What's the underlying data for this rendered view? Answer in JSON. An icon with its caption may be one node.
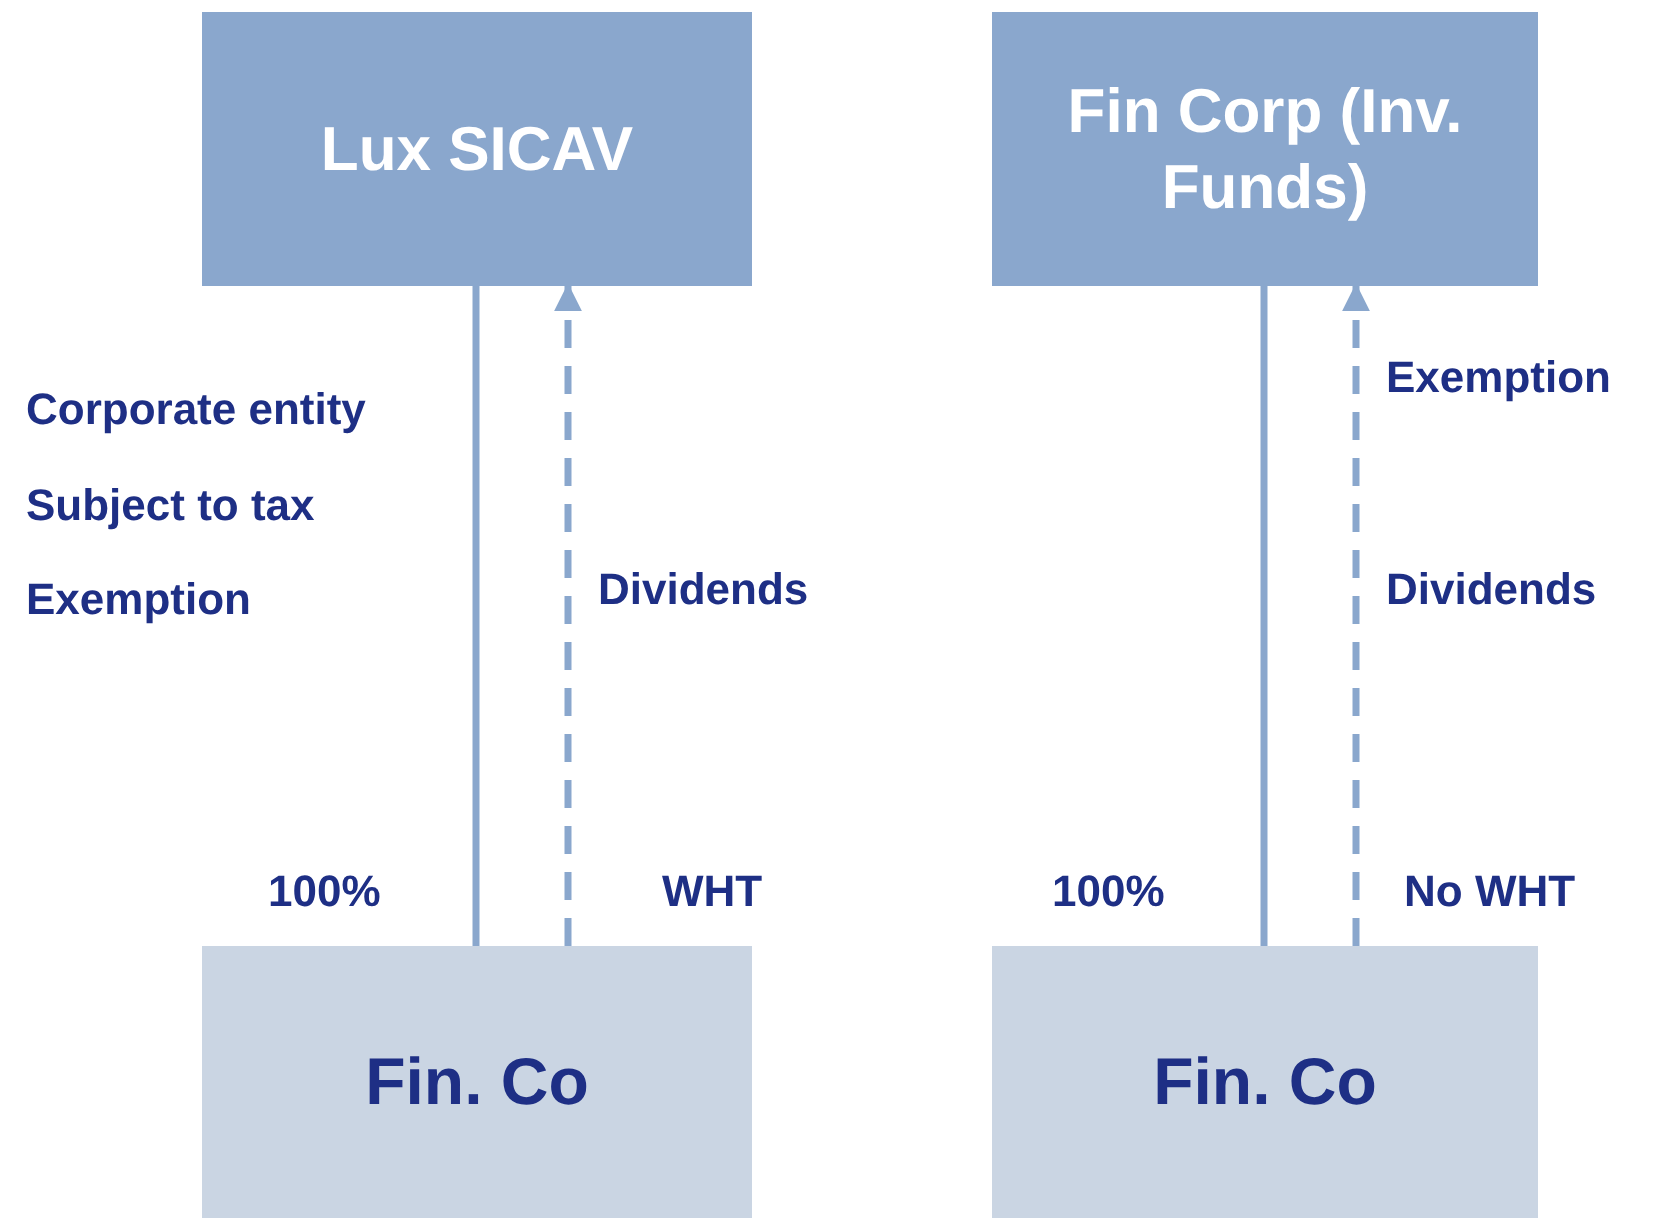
{
  "diagram": {
    "nodes": [
      {
        "text": [
          "Lux SICAV"
        ]
      },
      {
        "text": [
          "Fin Corp (Inv. Funds)"
        ]
      },
      {
        "text": [
          "Fin. Co"
        ]
      },
      {
        "text": [
          "Fin. Co"
        ]
      }
    ],
    "edges": [
      {
        "from": 0,
        "to": 2,
        "arrow": "none",
        "label": "100%"
      },
      {
        "from": 2,
        "to": 0,
        "arrow": "to",
        "style": "dashed",
        "label": "Dividends"
      },
      {
        "from": 1,
        "to": 3,
        "arrow": "none",
        "label": "100%"
      },
      {
        "from": 3,
        "to": 1,
        "arrow": "to",
        "style": "dashed",
        "label": "Dividends"
      }
    ],
    "labels": [
      "Corporate entity",
      "Subject to tax",
      "Exemption",
      "Exemption",
      "WHT",
      "No WHT"
    ]
  }
}
